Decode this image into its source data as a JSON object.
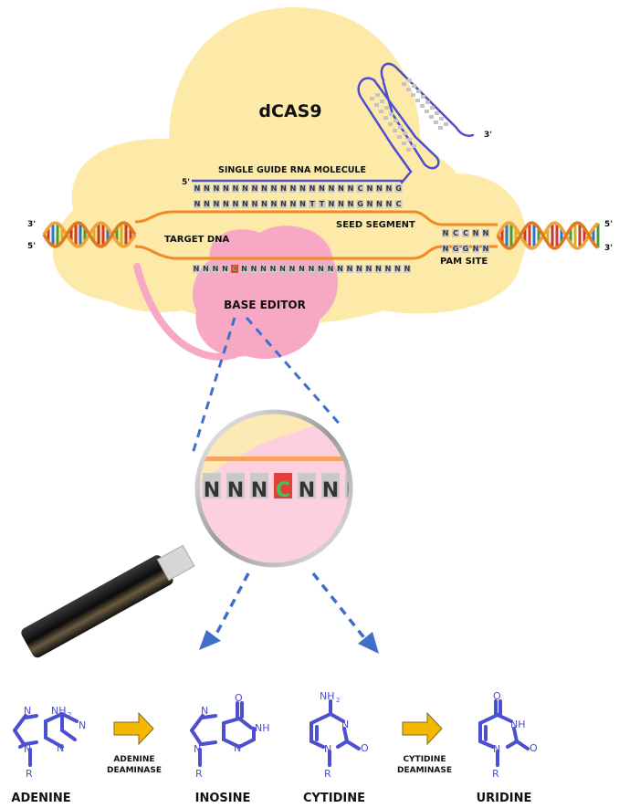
{
  "protein": {
    "name": "dCAS9",
    "sgrna_label": "SINGLE GUIDE RNA MOLECULE",
    "sgrna_5prime": "5'",
    "sgrna_3prime": "3'",
    "sgrna_sequence": "NNNNNNNNNNNNNNNNNCNNNG",
    "target_complement_sequence": "NNNNNNNNNNNNTTNNNGNNNC",
    "seed_label": "SEED SEGMENT",
    "target_dna_label": "TARGET DNA",
    "pam_label": "PAM SITE",
    "pam_top": "NCCNN",
    "pam_bottom": "NGGNN",
    "bottom_strand_sequence": "NNNNCNNNNNNNNNNNNNNNNNN",
    "edited_base_index": 4,
    "left_top_end": "3'",
    "left_bottom_end": "5'",
    "right_top_end": "5'",
    "right_bottom_end": "3'",
    "base_editor_label": "BASE EDITOR"
  },
  "magnifier": {
    "sequence": "NNNCNNN",
    "highlight_index": 3
  },
  "colors": {
    "cas9": "#fdeaa8",
    "base_editor": "#f7a8c4",
    "rna": "#4b4fd0",
    "dna_backbone": "#f08a24",
    "highlight": "#e0423a",
    "highlight_text": "#43c45a",
    "arrow_dashed": "#3f6fca",
    "reaction_arrow": "#f5b800"
  },
  "reactions": [
    {
      "substrate": "ADENINE",
      "enzyme_line1": "ADENINE",
      "enzyme_line2": "DEAMINASE",
      "product": "INOSINE"
    },
    {
      "substrate": "CYTIDINE",
      "enzyme_line1": "CYTIDINE",
      "enzyme_line2": "DEAMINASE",
      "product": "URIDINE"
    }
  ],
  "chem_labels": {
    "nh2": "NH",
    "sub2": "2",
    "n": "N",
    "nh": "NH",
    "o": "O",
    "r": "R"
  }
}
